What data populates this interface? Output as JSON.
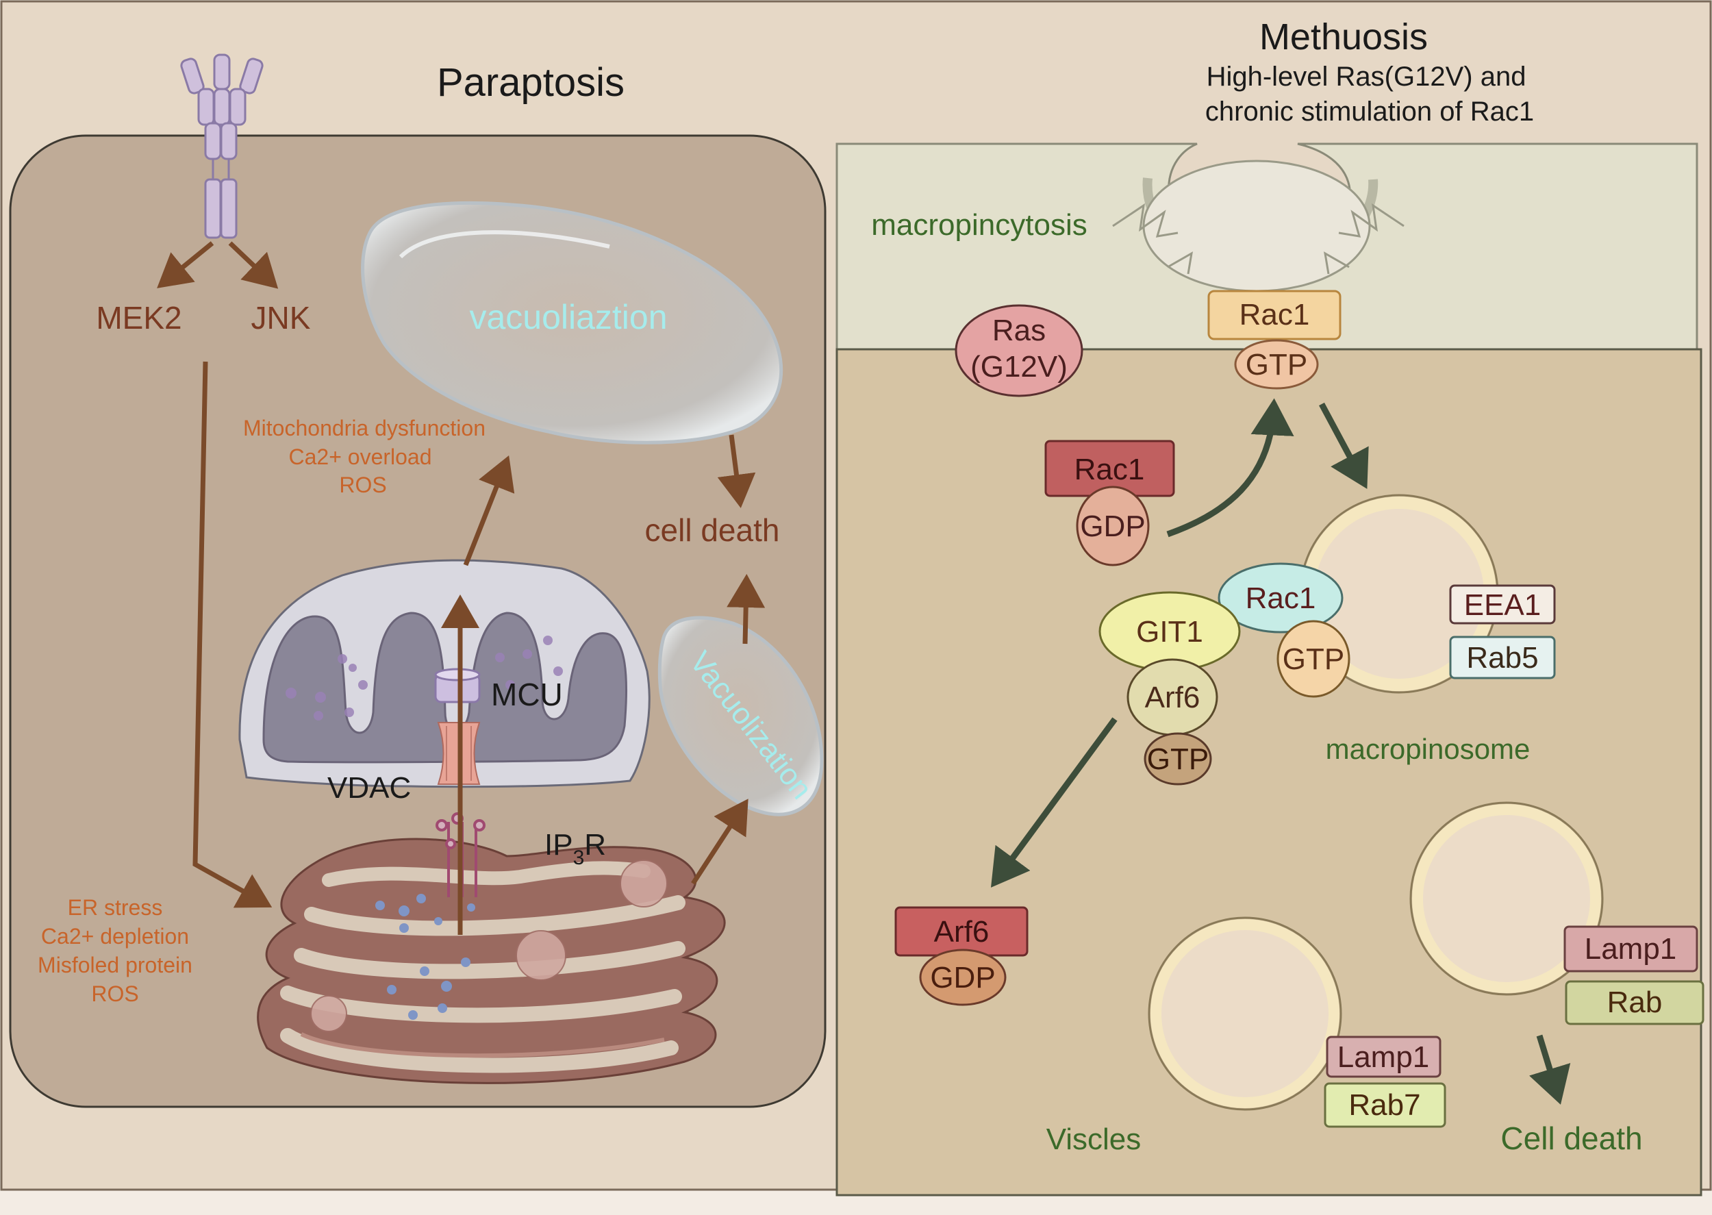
{
  "paraptosis": {
    "title": "Paraptosis",
    "mek2": "MEK2",
    "jnk": "JNK",
    "vacuole_large": "vacuoliaztion",
    "vacuole_small": "Vacuolization",
    "mito_stress": [
      "Mitochondria dysfunction",
      "Ca2+ overload",
      "ROS"
    ],
    "er_stress": [
      "ER stress",
      "Ca2+ depletion",
      "Misfoled protein",
      "ROS"
    ],
    "cell_death": "cell death",
    "mcu": "MCU",
    "vdac": "VDAC",
    "ip3r_base": "IP",
    "ip3r_sub": "3",
    "ip3r_tail": "R"
  },
  "methuosis": {
    "title": "Methuosis",
    "subtitle_line1": "High-level Ras(G12V) and",
    "subtitle_line2": "chronic stimulation of Rac1",
    "macropincytosis": "macropincytosis",
    "ras_line1": "Ras",
    "ras_line2": "(G12V)",
    "rac1_top": "Rac1",
    "gtp_top": "GTP",
    "rac1_gdp_label": "Rac1",
    "gdp_mid": "GDP",
    "rac1_mac": "Rac1",
    "gtp_mac": "GTP",
    "git1": "GIT1",
    "arf6_a": "Arf6",
    "gtp_arf": "GTP",
    "eea1": "EEA1",
    "rab5": "Rab5",
    "macropinosome": "macropinosome",
    "arf6_b": "Arf6",
    "gdp_arf": "GDP",
    "lamp1_a": "Lamp1",
    "rab7": "Rab7",
    "viscles": "Viscles",
    "lamp1_b": "Lamp1",
    "rab": "Rab",
    "cell_death": "Cell death"
  },
  "colors": {
    "background": "#e6d8c6",
    "cell_left": "#bfab97",
    "methuosis_top": "#e2e0cc",
    "methuosis_cell": "#d6c4a4",
    "arrow_brown": "#7a4a2a",
    "arrow_green": "#3d4d3a",
    "text_brown": "#7a3a22",
    "text_orange": "#c8642a",
    "text_green": "#3c6a2a",
    "text_cyan": "#a6ecec"
  }
}
